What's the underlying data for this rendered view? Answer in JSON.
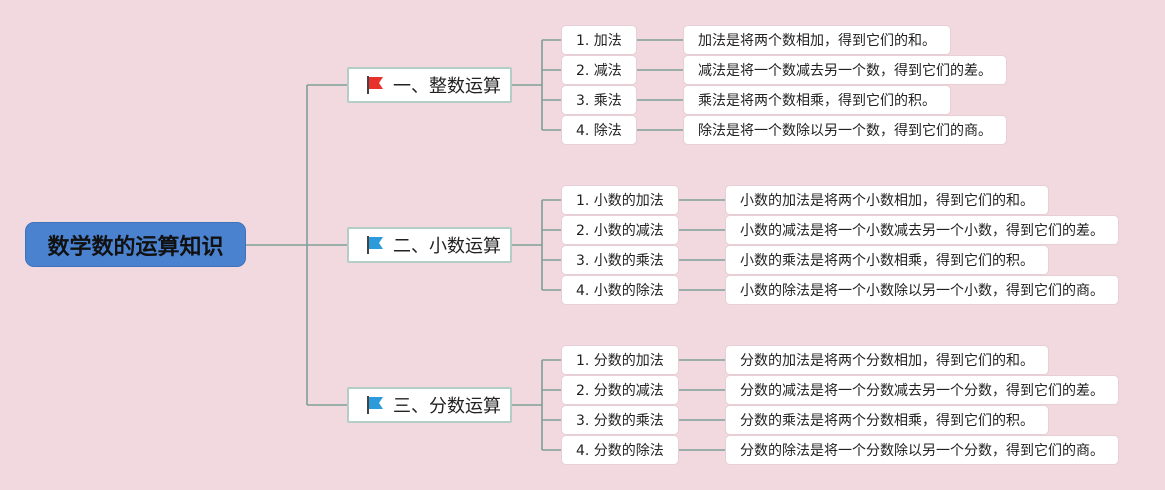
{
  "root": {
    "label": "数学数的运算知识",
    "color": "#4a82d0"
  },
  "colors": {
    "background": "#f2d9e0",
    "connector": "#7e9f98",
    "flag_red": "#e8312a",
    "flag_blue": "#2b9bdc"
  },
  "categories": [
    {
      "label": "一、整数运算",
      "flag": "red-flag-icon",
      "items": [
        {
          "label": "1. 加法",
          "desc": "加法是将两个数相加，得到它们的和。"
        },
        {
          "label": "2. 减法",
          "desc": "减法是将一个数减去另一个数，得到它们的差。"
        },
        {
          "label": "3. 乘法",
          "desc": "乘法是将两个数相乘，得到它们的积。"
        },
        {
          "label": "4. 除法",
          "desc": "除法是将一个数除以另一个数，得到它们的商。"
        }
      ]
    },
    {
      "label": "二、小数运算",
      "flag": "blue-flag-icon",
      "items": [
        {
          "label": "1. 小数的加法",
          "desc": "小数的加法是将两个小数相加，得到它们的和。"
        },
        {
          "label": "2. 小数的减法",
          "desc": "小数的减法是将一个小数减去另一个小数，得到它们的差。"
        },
        {
          "label": "3. 小数的乘法",
          "desc": "小数的乘法是将两个小数相乘，得到它们的积。"
        },
        {
          "label": "4. 小数的除法",
          "desc": "小数的除法是将一个小数除以另一个小数，得到它们的商。"
        }
      ]
    },
    {
      "label": "三、分数运算",
      "flag": "blue-flag-icon",
      "items": [
        {
          "label": "1. 分数的加法",
          "desc": "分数的加法是将两个分数相加，得到它们的和。"
        },
        {
          "label": "2. 分数的减法",
          "desc": "分数的减法是将一个分数减去另一个分数，得到它们的差。"
        },
        {
          "label": "3. 分数的乘法",
          "desc": "分数的乘法是将两个分数相乘，得到它们的积。"
        },
        {
          "label": "4. 分数的除法",
          "desc": "分数的除法是将一个分数除以另一个分数，得到它们的商。"
        }
      ]
    }
  ]
}
